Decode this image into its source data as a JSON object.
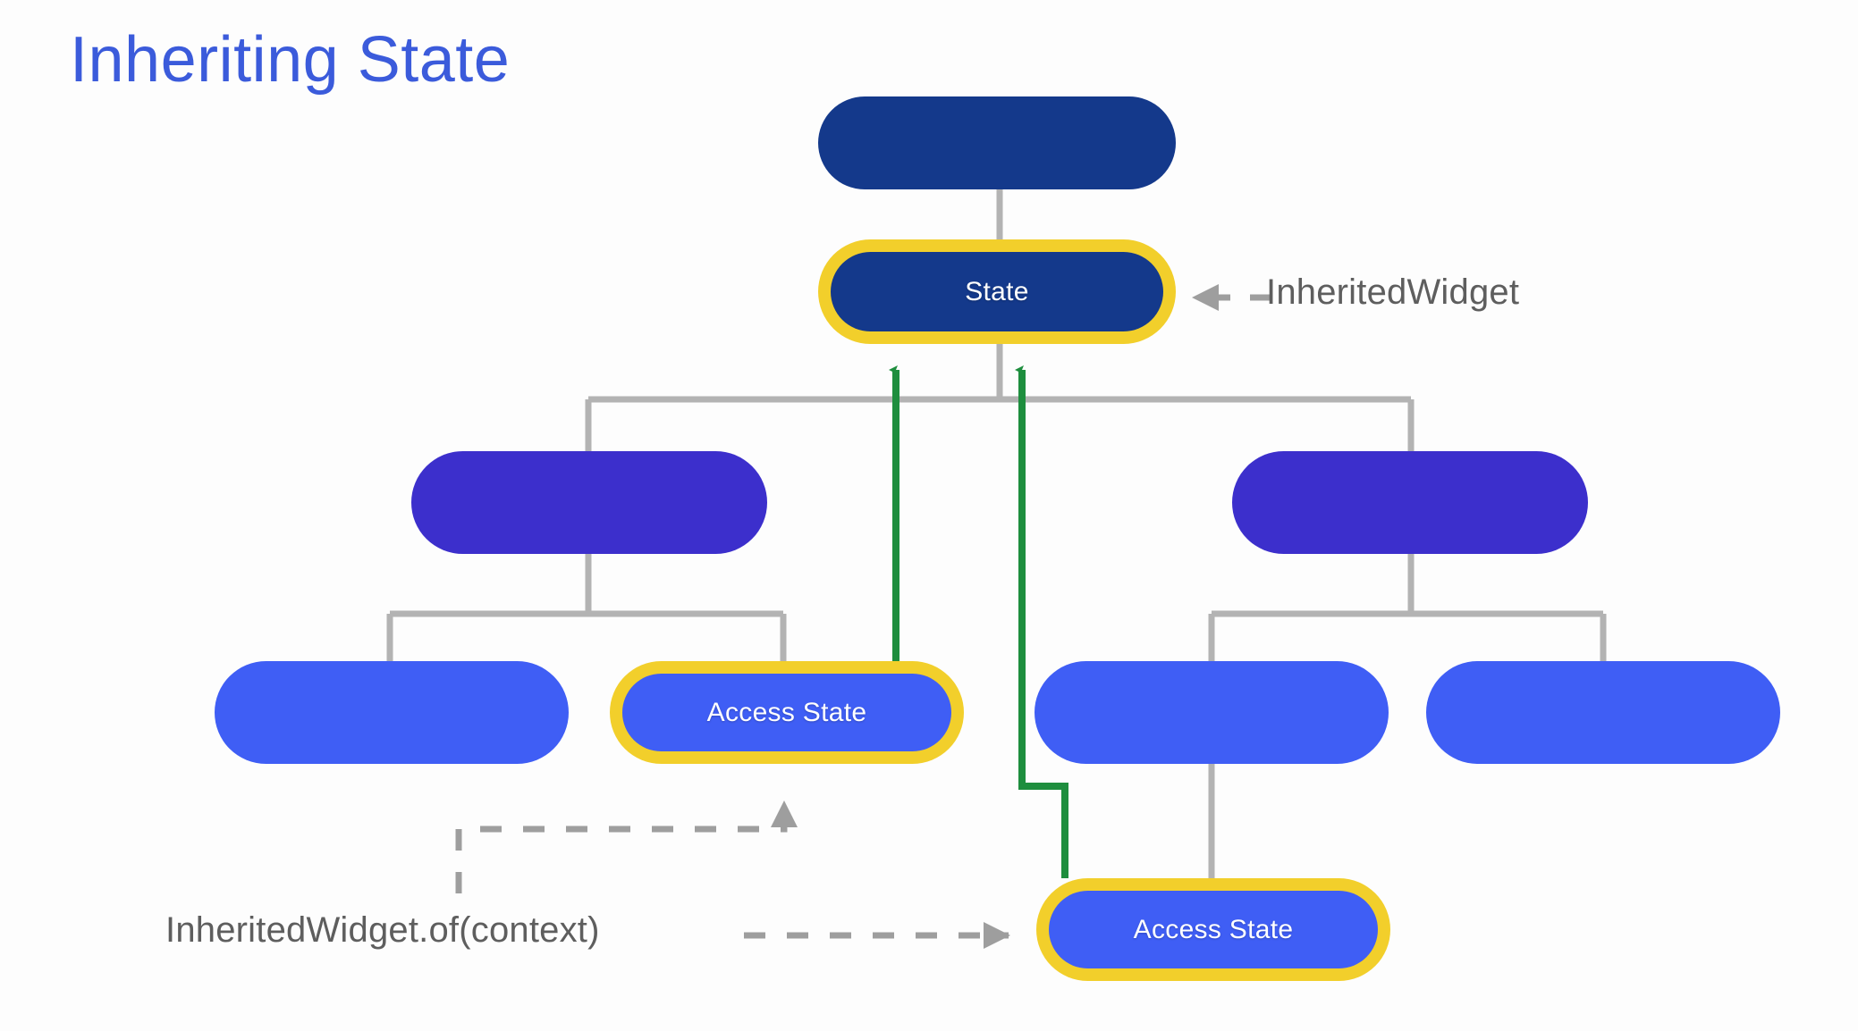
{
  "slide": {
    "title": "Inheriting State",
    "title_color": "#3B5BDB",
    "background": "#fdfdfd"
  },
  "palette": {
    "root_node": "#14398B",
    "state_node": "#14398B",
    "mid_node": "#3C2FCC",
    "leaf_node": "#3F5EF5",
    "highlight_ring": "#F2CF2B",
    "tree_connector": "#B3B3B3",
    "access_arrow": "#1E8E3E",
    "annotation_text": "#5E5E5E",
    "annotation_line": "#9E9E9E"
  },
  "tree": {
    "nodes": [
      {
        "id": "root",
        "label": "",
        "type": "root",
        "highlighted": false
      },
      {
        "id": "state",
        "label": "State",
        "type": "state",
        "highlighted": true
      },
      {
        "id": "mid-left",
        "label": "",
        "type": "mid",
        "highlighted": false
      },
      {
        "id": "mid-right",
        "label": "",
        "type": "mid",
        "highlighted": false
      },
      {
        "id": "leaf-1",
        "label": "",
        "type": "leaf",
        "highlighted": false
      },
      {
        "id": "leaf-2",
        "label": "Access State",
        "type": "leaf",
        "highlighted": true
      },
      {
        "id": "leaf-3",
        "label": "",
        "type": "leaf",
        "highlighted": false
      },
      {
        "id": "leaf-4",
        "label": "",
        "type": "leaf",
        "highlighted": false
      },
      {
        "id": "leaf-5",
        "label": "Access State",
        "type": "leaf",
        "highlighted": true
      }
    ]
  },
  "annotations": {
    "inherited_widget": "InheritedWidget",
    "inherited_widget_of_context": "InheritedWidget.of(context)"
  }
}
